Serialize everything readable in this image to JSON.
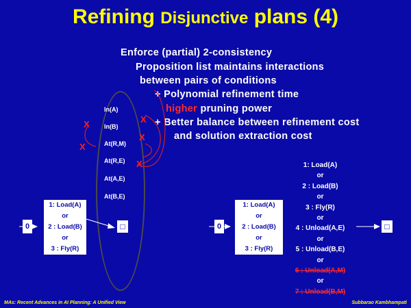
{
  "title": {
    "part1": "Refining",
    "part2": "Disjunctive",
    "part3": "plans (4)"
  },
  "body": {
    "line1": "Enforce (partial) 2-consistency",
    "line2": "Proposition list maintains interactions",
    "line3": "between pairs of conditions",
    "line4": "+ Polynomial refinement time",
    "line5_red": "higher",
    "line5_rest": " pruning power",
    "line6": "+ Better balance between refinement cost",
    "line7": "and solution extraction cost"
  },
  "proposition_list": [
    "In(A)",
    "In(B)",
    "At(R,M)",
    "At(R,E)",
    "At(A,E)",
    "At(B,E)"
  ],
  "x_marks": [
    "X",
    "X",
    "X",
    "X",
    "X"
  ],
  "left_plan": {
    "initial": "0",
    "step_lines": [
      "1: Load(A)",
      "or",
      "2 : Load(B)",
      "or",
      "3 : Fly(R)"
    ],
    "goal_symbol": "□"
  },
  "middle_plan": {
    "initial": "0",
    "step_lines": [
      "1: Load(A)",
      "or",
      "2 : Load(B)",
      "or",
      "3 : Fly(R)"
    ]
  },
  "right_step_list": {
    "lines": [
      "1: Load(A)",
      "or",
      "2 : Load(B)",
      "or",
      "3 : Fly(R)",
      "or",
      "4 : Unload(A,E)",
      "or",
      "5 : Unload(B,E)",
      "or"
    ],
    "struck_lines": [
      "6 : Unload(A,M)",
      "or",
      "7 : Unload(B,M)"
    ],
    "goal_symbol": "□"
  },
  "footer": {
    "left": "MAs: Recent Advances in AI Planning: A Unified View",
    "right": "Subbarao Kambhampati"
  },
  "colors": {
    "background": "#0a0aa8",
    "title": "#ffff00",
    "highlight": "#ff2a2a",
    "text": "#ffffff"
  }
}
